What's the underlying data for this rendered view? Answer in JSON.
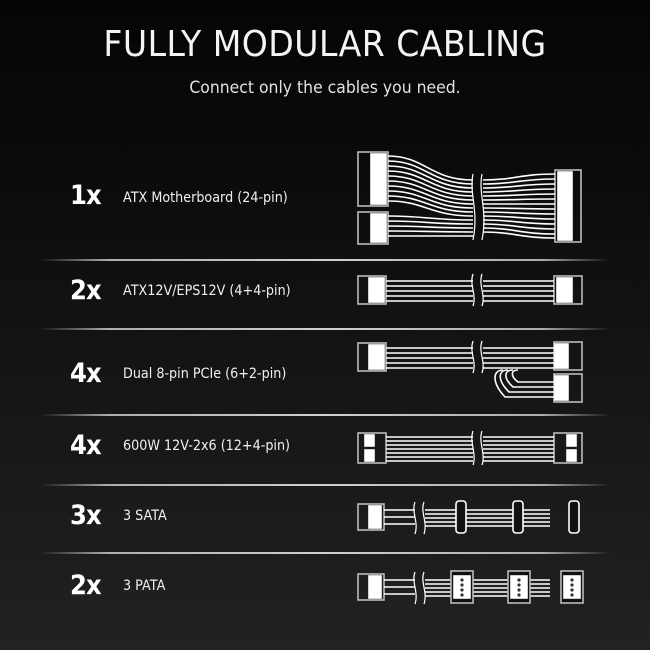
{
  "header": {
    "title": "FULLY MODULAR CABLING",
    "subtitle": "Connect only the cables you need."
  },
  "cables": [
    {
      "quantity": "1x",
      "label": "ATX Motherboard (24-pin)",
      "icon": "atx-24pin-cable-icon"
    },
    {
      "quantity": "2x",
      "label": "ATX12V/EPS12V (4+4-pin)",
      "icon": "eps-cable-icon"
    },
    {
      "quantity": "4x",
      "label": "Dual 8-pin PCIe (6+2-pin)",
      "icon": "pcie-dual-cable-icon"
    },
    {
      "quantity": "4x",
      "label": "600W 12V-2x6 (12+4-pin)",
      "icon": "12v-2x6-cable-icon"
    },
    {
      "quantity": "3x",
      "label": "3 SATA",
      "icon": "sata-cable-icon"
    },
    {
      "quantity": "2x",
      "label": "3 PATA",
      "icon": "pata-cable-icon"
    }
  ],
  "colors": {
    "background_top": "#050505",
    "background_bottom": "#222222",
    "text": "#ffffff",
    "divider": "#d0d0d0"
  }
}
